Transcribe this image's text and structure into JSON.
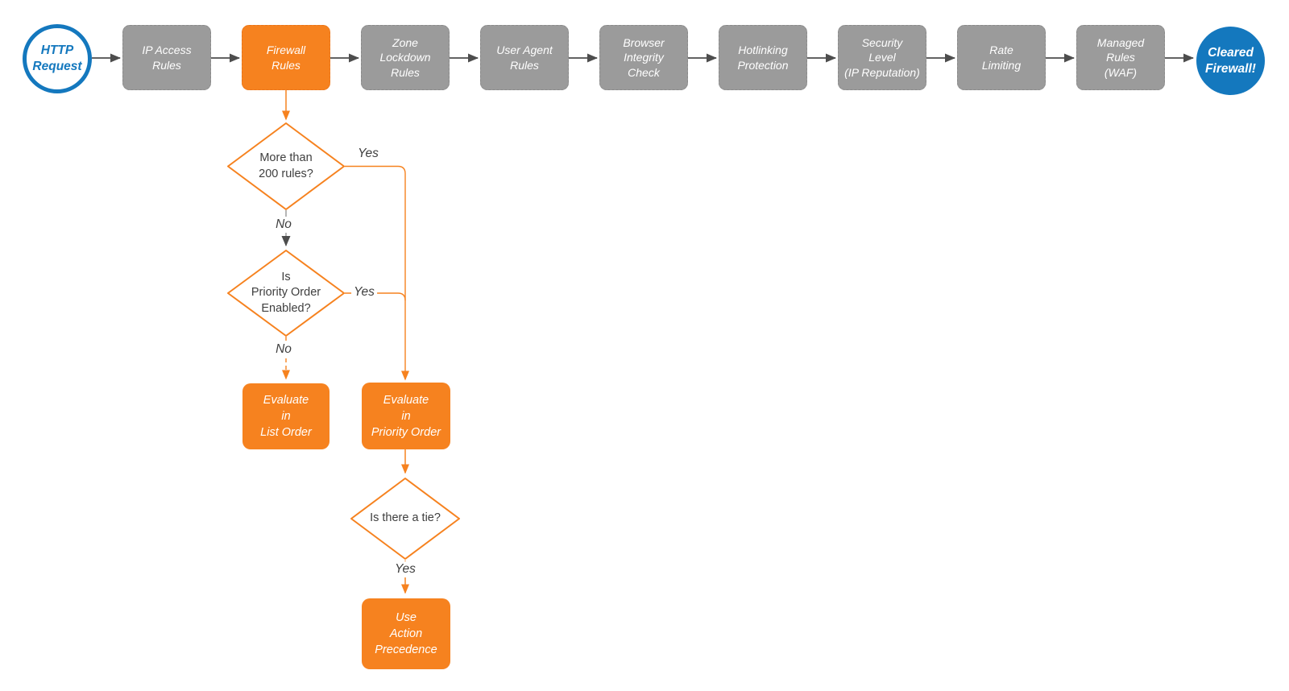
{
  "colors": {
    "orange": "#F6821F",
    "blue": "#1478BE",
    "gray_box": "#9B9B9B",
    "arrow_dark": "#4D4D4D",
    "label_text": "#3E3E3E"
  },
  "flow": {
    "start_label": "HTTP\nRequest",
    "end_label": "Cleared\nFirewall!",
    "stages": [
      {
        "label": "IP Access\nRules"
      },
      {
        "label": "Firewall\nRules"
      },
      {
        "label": "Zone\nLockdown\nRules"
      },
      {
        "label": "User Agent\nRules"
      },
      {
        "label": "Browser\nIntegrity\nCheck"
      },
      {
        "label": "Hotlinking\nProtection"
      },
      {
        "label": "Security\nLevel\n(IP Reputation)"
      },
      {
        "label": "Rate\nLimiting"
      },
      {
        "label": "Managed\nRules\n(WAF)"
      }
    ]
  },
  "decisions": {
    "more_than_200": {
      "question": "More than\n200 rules?",
      "yes": "Yes",
      "no": "No"
    },
    "priority_enabled": {
      "question": "Is\nPriority Order\nEnabled?",
      "yes": "Yes",
      "no": "No"
    },
    "tie": {
      "question": "Is there a tie?",
      "yes": "Yes"
    }
  },
  "actions": {
    "list_order": "Evaluate\nin\nList Order",
    "priority_order": "Evaluate\nin\nPriority Order",
    "action_precedence": "Use\nAction\nPrecedence"
  }
}
